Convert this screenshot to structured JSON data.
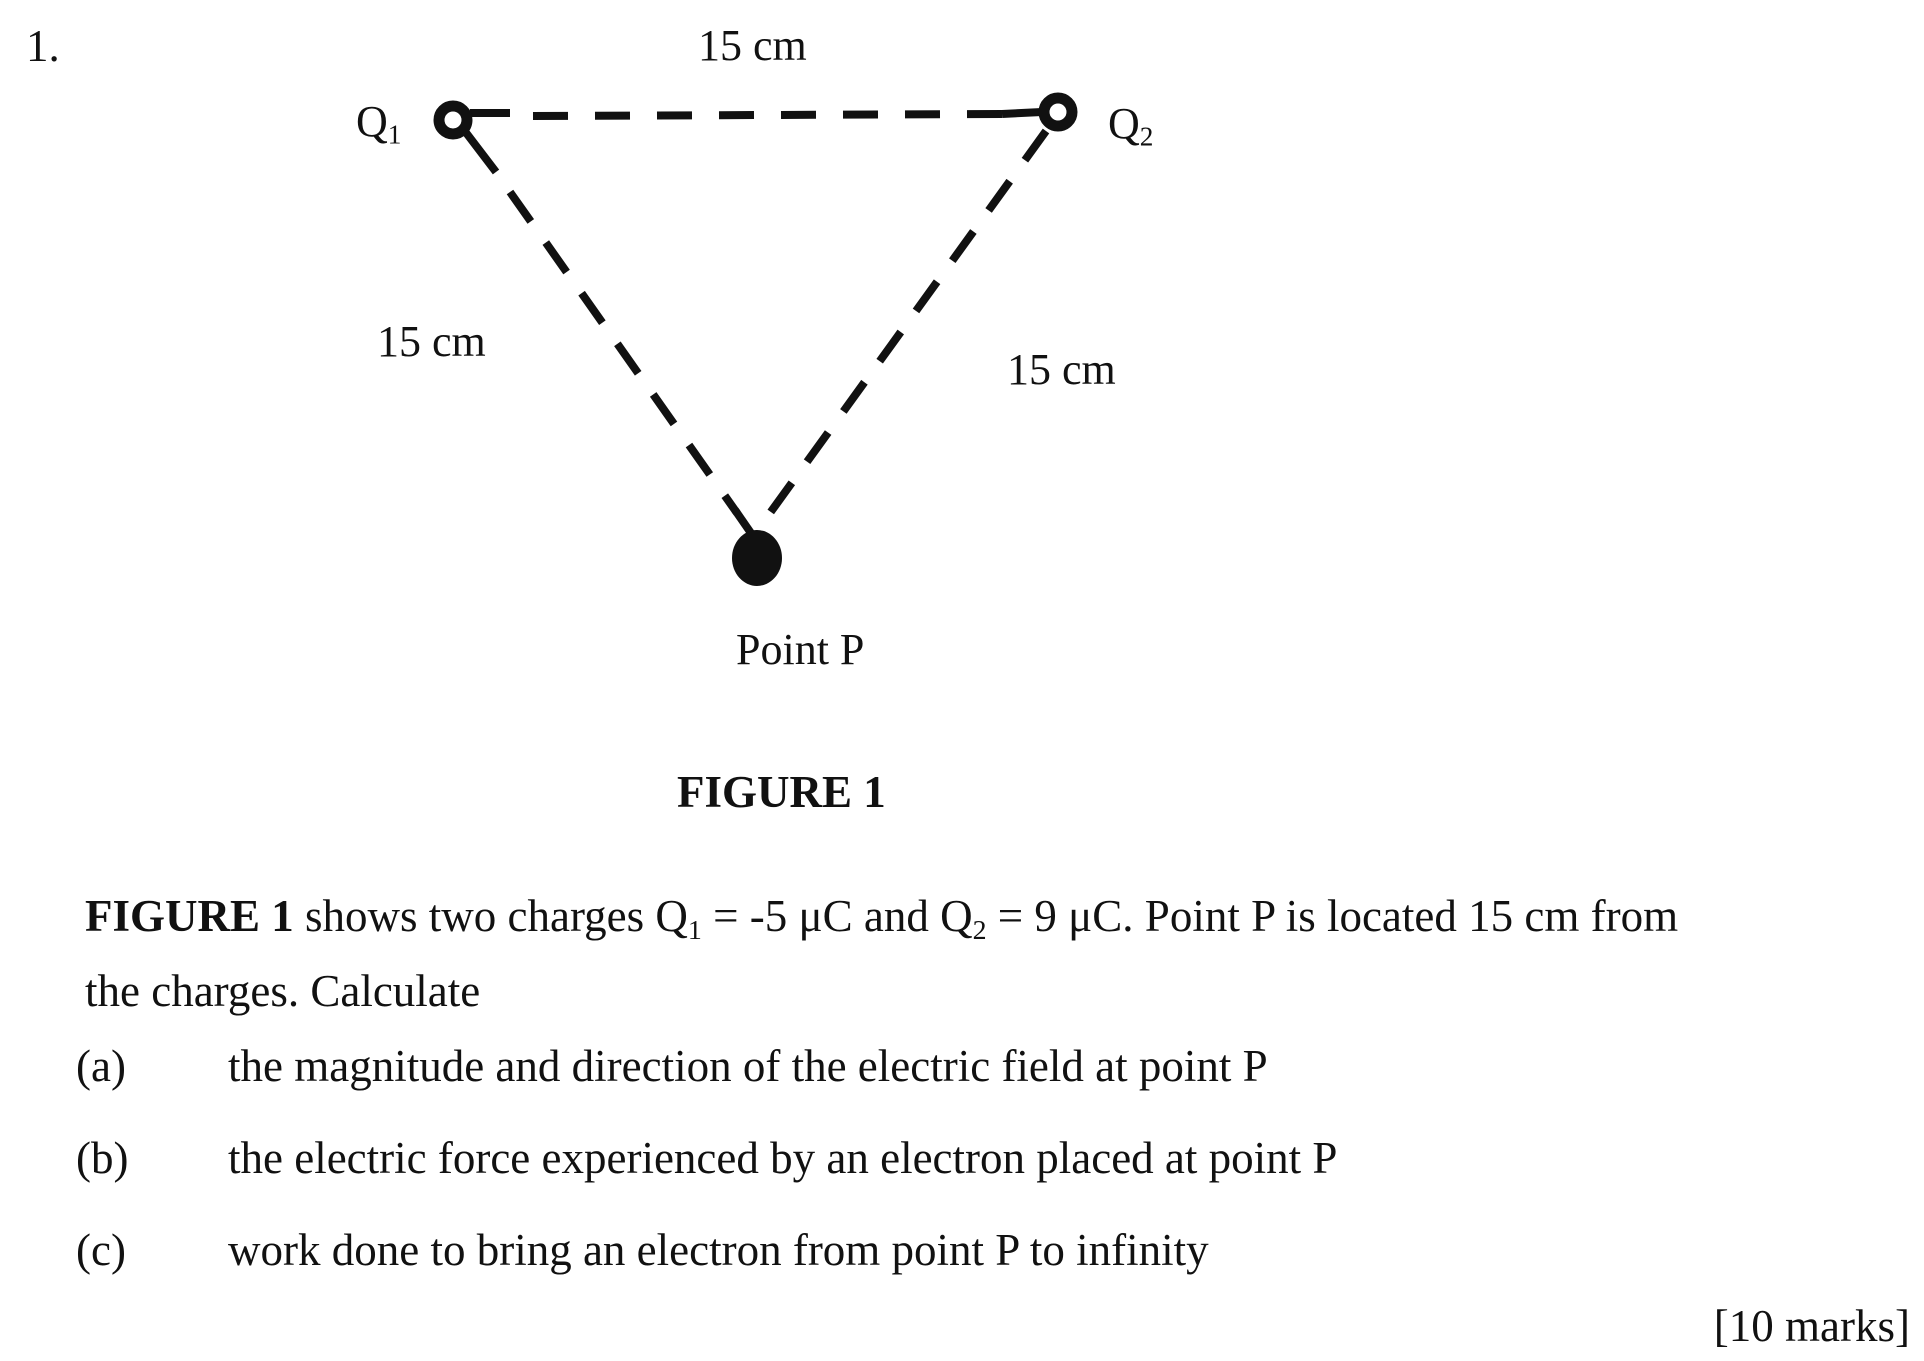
{
  "page": {
    "question_number": "1."
  },
  "figure": {
    "caption": "FIGURE 1",
    "labels": {
      "q1_base": "Q",
      "q1_sub": "1",
      "q2_base": "Q",
      "q2_sub": "2",
      "top_length": "15 cm",
      "left_length": "15 cm",
      "right_length": "15 cm",
      "point_p": "Point P"
    }
  },
  "problem": {
    "line1": {
      "bold_lead": "FIGURE 1",
      "seg1": " shows two charges Q",
      "sub1": "1",
      "seg2": " = -5 μC and Q",
      "sub2": "2",
      "seg3": " = 9 μC. Point P is located 15 cm from"
    },
    "line2": "the charges. Calculate",
    "items": [
      {
        "label": "(a)",
        "text": "the magnitude and direction of the electric field at point P"
      },
      {
        "label": "(b)",
        "text": "the electric force experienced by an electron placed at point P"
      },
      {
        "label": "(c)",
        "text": "work done to bring an electron from point P to infinity"
      }
    ],
    "marks": "[10 marks]"
  },
  "colors": {
    "ink": "#111111",
    "paper": "#ffffff"
  }
}
